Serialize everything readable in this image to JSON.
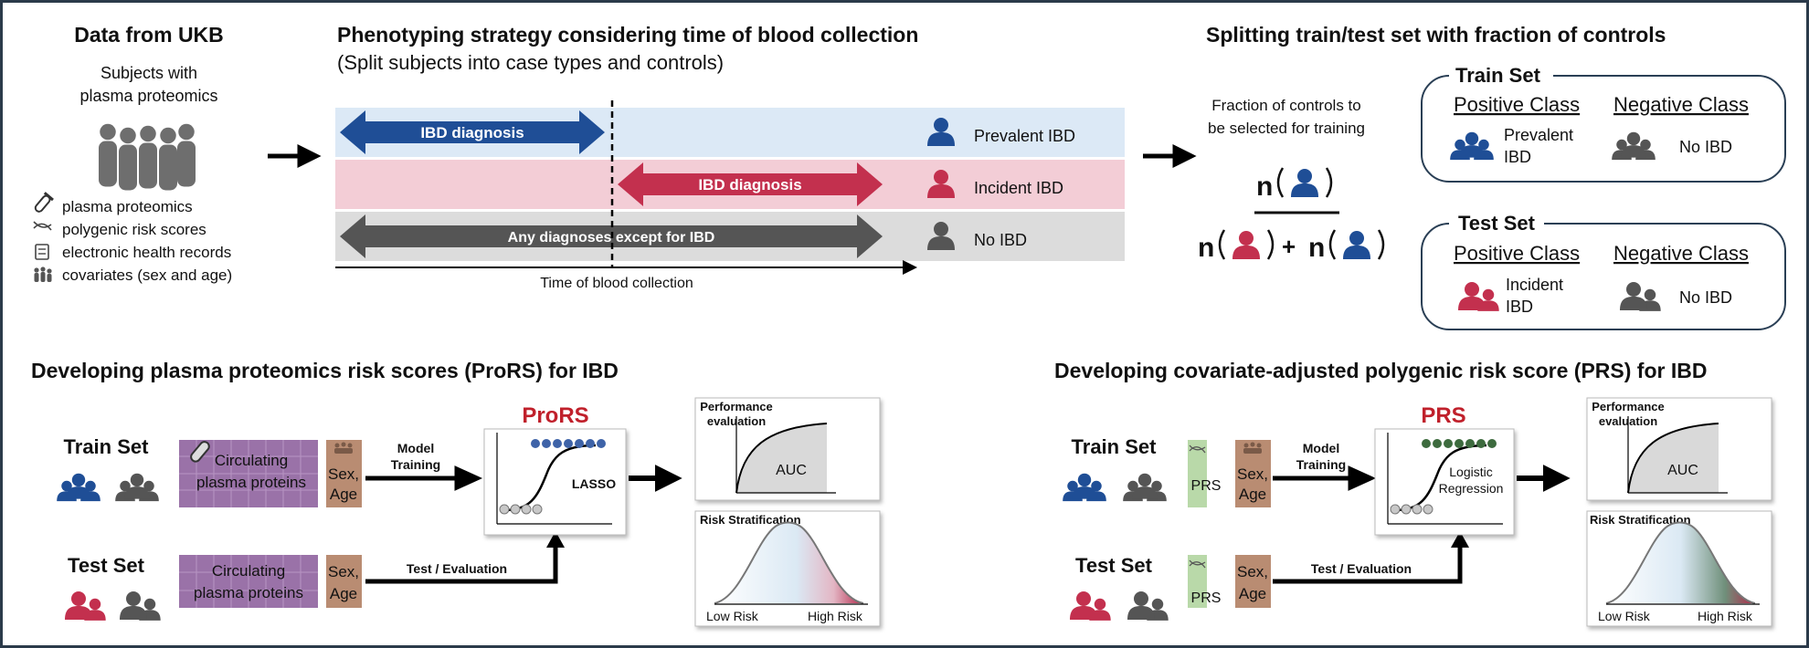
{
  "colors": {
    "blue": "#1f4e96",
    "red": "#c3304e",
    "gray": "#555555",
    "band_blue": "#dce9f6",
    "band_pink": "#f3cdd6",
    "band_gray": "#dcdcdc",
    "purple": "#9a72a8",
    "brown": "#b98c72",
    "green": "#b9d9a9",
    "prors_red": "#c0202b"
  },
  "ukb": {
    "title": "Data from UKB",
    "subjects_line1": "Subjects with",
    "subjects_line2": "plasma proteomics",
    "items": [
      "plasma proteomics",
      "polygenic risk scores",
      "electronic health records",
      "covariates (sex and age)"
    ]
  },
  "phenotyping": {
    "title": "Phenotyping strategy considering time of blood collection",
    "subtitle": "(Split subjects into case types and controls)",
    "prevalent_arrow": "IBD diagnosis",
    "incident_arrow": "IBD diagnosis",
    "control_arrow": "Any diagnoses except for IBD",
    "prevalent_label": "Prevalent IBD",
    "incident_label": "Incident IBD",
    "control_label": "No IBD",
    "axis_label": "Time of blood collection"
  },
  "splitting": {
    "title": "Splitting train/test set with fraction of controls",
    "fraction_line1": "Fraction of controls to",
    "fraction_line2": "be selected for training",
    "n_symbol": "n",
    "plus": "+",
    "train_title": "Train Set",
    "test_title": "Test Set",
    "positive_class": "Positive Class",
    "negative_class": "Negative Class",
    "train_pos_line1": "Prevalent",
    "train_pos_line2": "IBD",
    "test_pos_line1": "Incident",
    "test_pos_line2": "IBD",
    "neg_label": "No IBD"
  },
  "prors": {
    "title": "Developing plasma proteomics risk scores (ProRS) for IBD",
    "train_label": "Train Set",
    "test_label": "Test Set",
    "proteins_line1": "Circulating",
    "proteins_line2": "plasma proteins",
    "covariate_line1": "Sex,",
    "covariate_line2": "Age",
    "model_training_line1": "Model",
    "model_training_line2": "Training",
    "test_eval": "Test / Evaluation",
    "model_name": "ProRS",
    "method": "LASSO",
    "performance_line1": "Performance",
    "performance_line2": "evaluation",
    "auc": "AUC",
    "risk_title": "Risk Stratification",
    "low_risk": "Low Risk",
    "high_risk": "High Risk"
  },
  "prs": {
    "title": "Developing covariate-adjusted polygenic risk score (PRS) for IBD",
    "train_label": "Train Set",
    "test_label": "Test Set",
    "prs_box": "PRS",
    "covariate_line1": "Sex,",
    "covariate_line2": "Age",
    "model_training_line1": "Model",
    "model_training_line2": "Training",
    "test_eval": "Test / Evaluation",
    "model_name": "PRS",
    "method_line1": "Logistic",
    "method_line2": "Regression",
    "performance_line1": "Performance",
    "performance_line2": "evaluation",
    "auc": "AUC",
    "risk_title": "Risk Stratification",
    "low_risk": "Low Risk",
    "high_risk": "High Risk"
  }
}
